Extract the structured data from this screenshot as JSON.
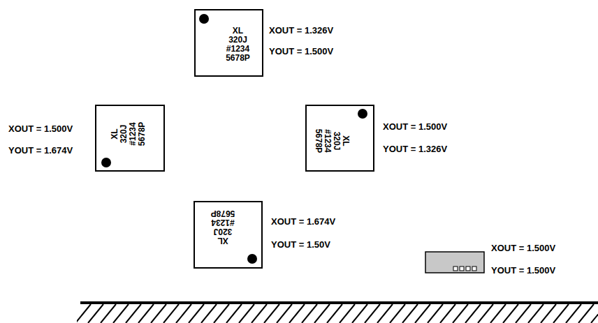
{
  "diagram": {
    "nodes": [
      {
        "text": [
          "XL 320J #1234 5678P"
        ]
      },
      {
        "text": [
          "XL 320J #1234 5678P"
        ]
      },
      {
        "text": [
          "XL 320J #1234 5678P"
        ]
      },
      {
        "text": [
          "XL 320J #1234 5678P"
        ]
      }
    ],
    "labels": [
      "XOUT = 1.326V",
      "YOUT = 1.500V",
      "XOUT = 1.500V",
      "YOUT = 1.674V",
      "XOUT = 1.500V",
      "YOUT = 1.326V",
      "XOUT = 1.674V",
      "YOUT = 1.50V",
      "XOUT = 1.500V",
      "YOUT = 1.500V"
    ]
  }
}
